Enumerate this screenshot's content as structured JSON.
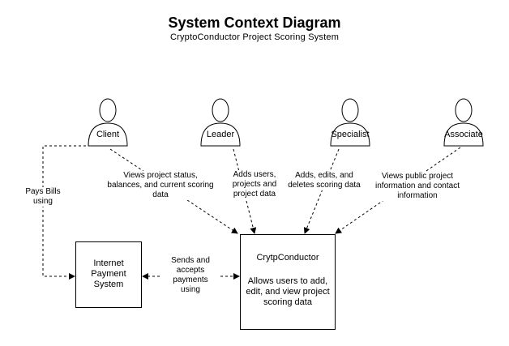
{
  "header": {
    "title": "System Context Diagram",
    "subtitle": "CryptoConductor Project Scoring System"
  },
  "actors": [
    {
      "id": "client",
      "label": "Client"
    },
    {
      "id": "leader",
      "label": "Leader"
    },
    {
      "id": "specialist",
      "label": "Specialist"
    },
    {
      "id": "associate",
      "label": "Associate"
    }
  ],
  "systems": {
    "payment": {
      "label": "Internet Payment System"
    },
    "main": {
      "title": "CrytpConductor",
      "description": "Allows users to add, edit, and view project scoring data"
    }
  },
  "edges": {
    "client_payment": "Pays Bills using",
    "client_main": "Views project status, balances, and current scoring data",
    "leader_main": "Adds users, projects and project data",
    "specialist_main": "Adds, edits, and deletes scoring data",
    "associate_main": "Views  public project information and contact information",
    "payment_main": "Sends and accepts payments using"
  },
  "style": {
    "line_color": "#000000",
    "background": "#ffffff"
  }
}
